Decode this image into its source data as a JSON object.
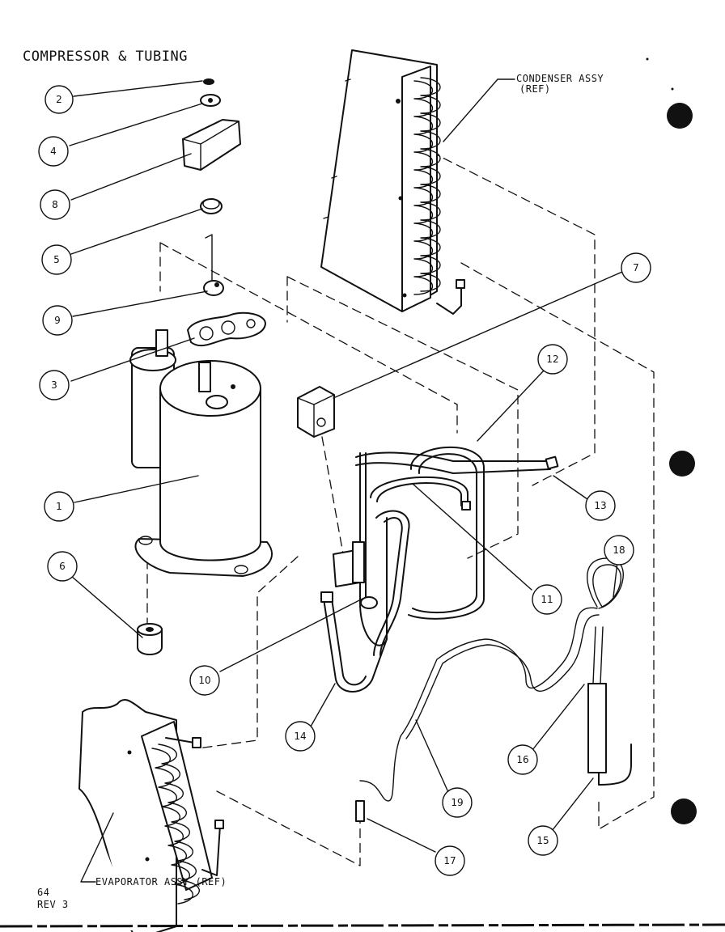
{
  "title": "COMPRESSOR & TUBING",
  "labels": {
    "condenser": [
      "CONDENSER ASSY",
      "(REF)"
    ],
    "evaporator": "EVAPORATOR ASSY (REF)",
    "page_number": "64",
    "revision": "REV 3"
  },
  "callouts": [
    "2",
    "4",
    "8",
    "5",
    "9",
    "3",
    "1",
    "6",
    "10",
    "14",
    "7",
    "12",
    "13",
    "11",
    "18",
    "16",
    "19",
    "17",
    "15"
  ]
}
